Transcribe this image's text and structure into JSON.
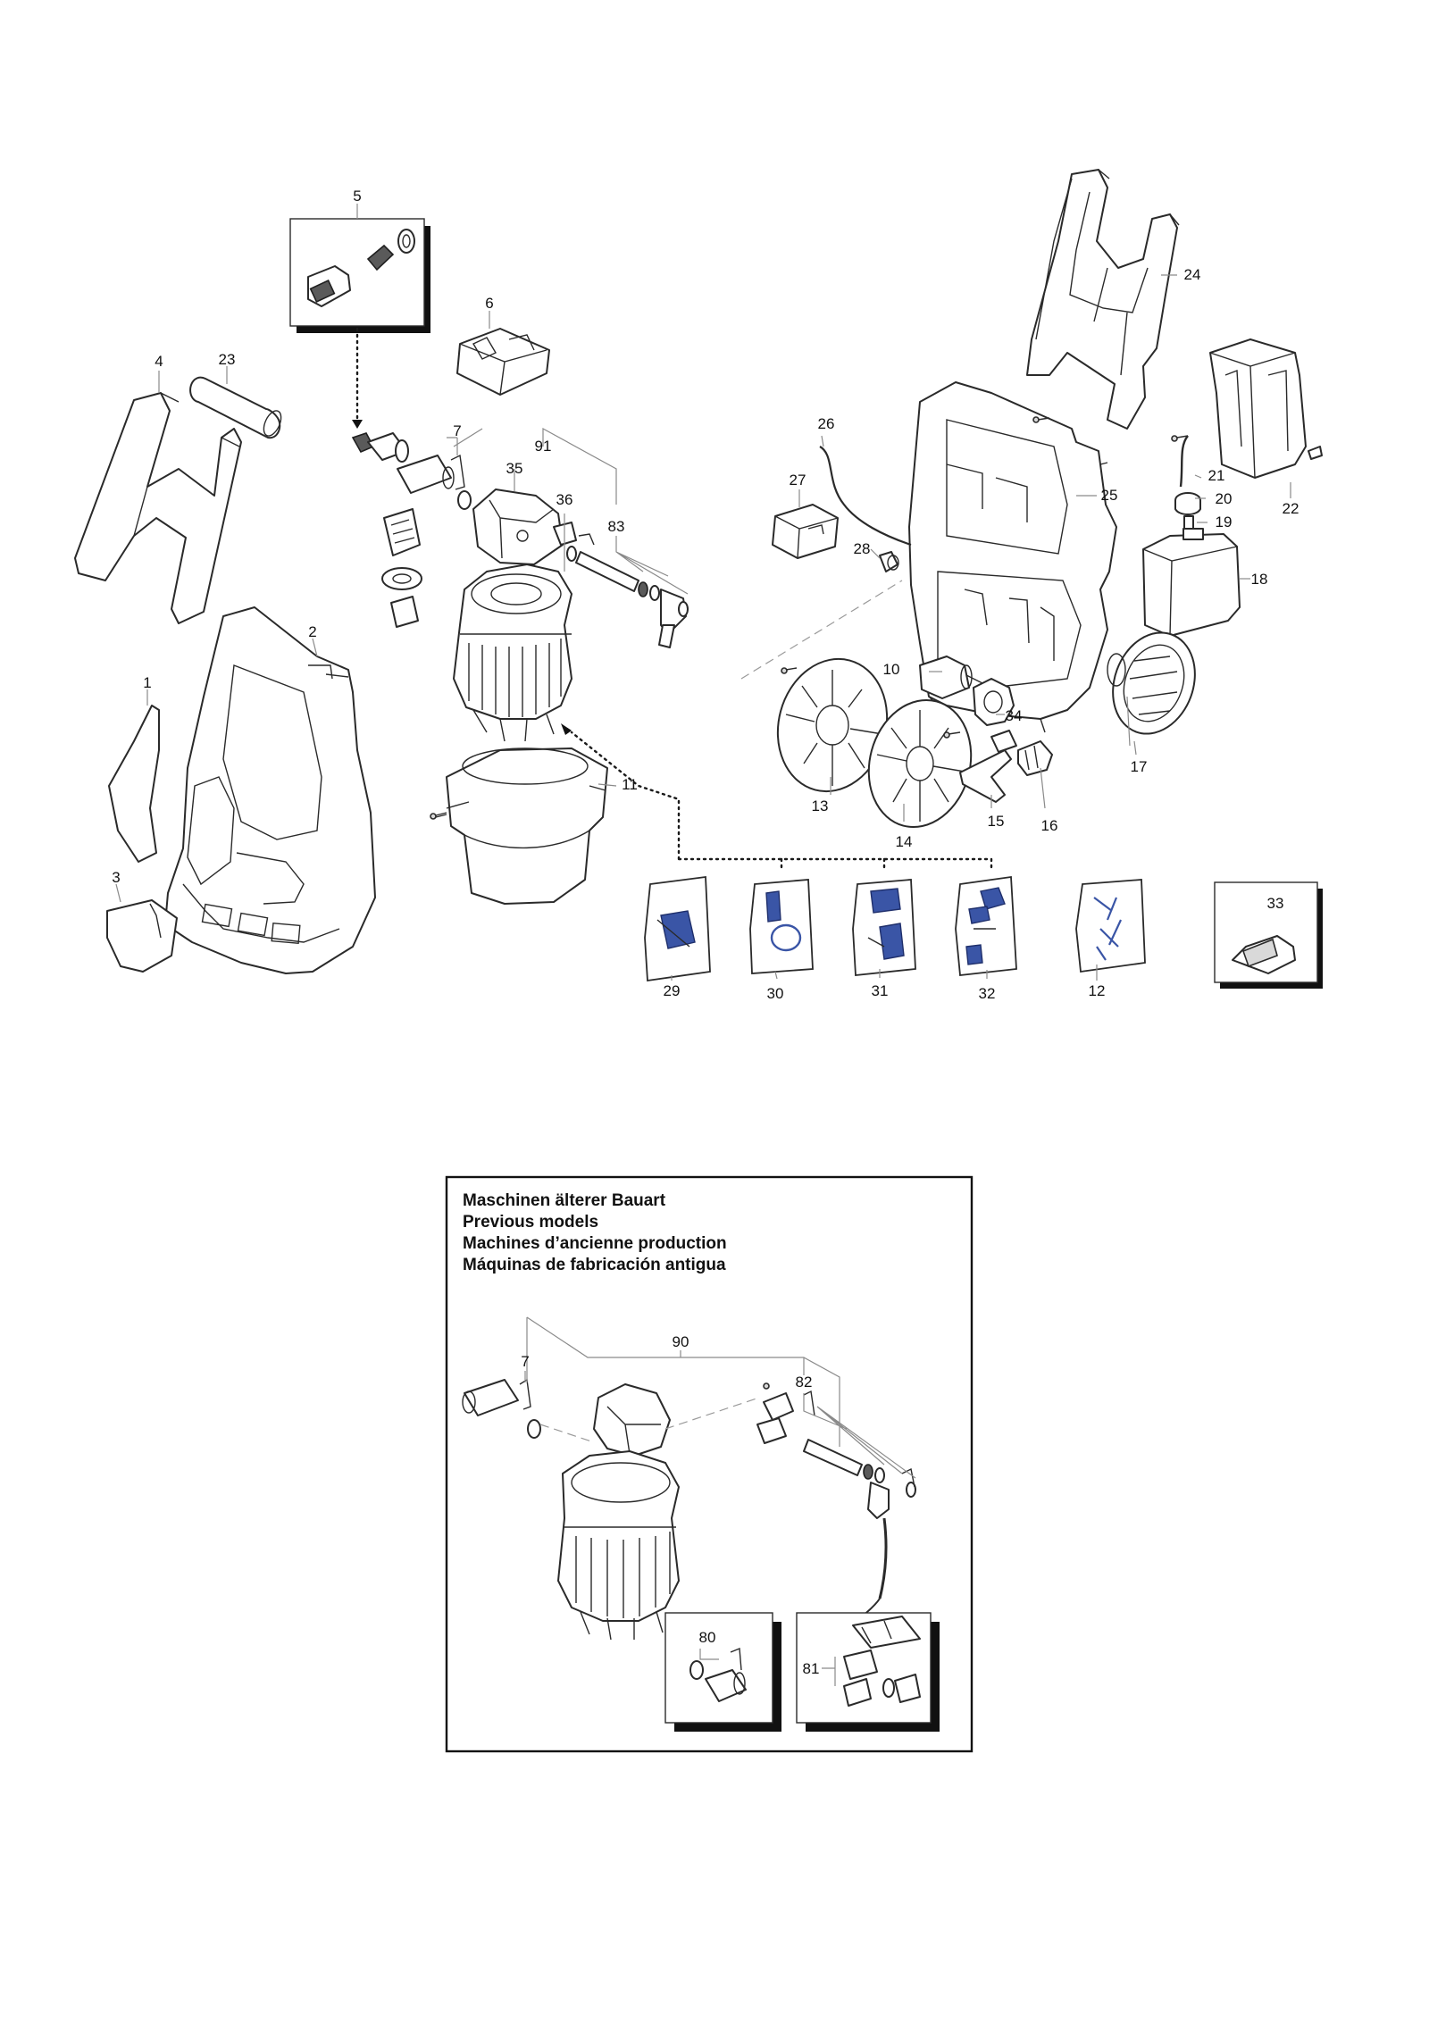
{
  "legacy_box": {
    "title_lines": [
      "Maschinen älterer Bauart",
      "Previous models",
      "Machines d’ancienne production",
      "Máquinas de fabricación antigua"
    ]
  },
  "callouts": {
    "c1": "1",
    "c2": "2",
    "c3": "3",
    "c4": "4",
    "c5": "5",
    "c6": "6",
    "c7": "7",
    "c10": "10",
    "c11": "11",
    "c12": "12",
    "c13": "13",
    "c14": "14",
    "c15": "15",
    "c16": "16",
    "c17": "17",
    "c18": "18",
    "c19": "19",
    "c20": "20",
    "c21": "21",
    "c22": "22",
    "c23": "23",
    "c24": "24",
    "c25": "25",
    "c26": "26",
    "c27": "27",
    "c28": "28",
    "c29": "29",
    "c30": "30",
    "c31": "31",
    "c32": "32",
    "c33": "33",
    "c34": "34",
    "c35": "35",
    "c36": "36",
    "c83": "83",
    "c91": "91",
    "c7b": "7",
    "c80": "80",
    "c81": "81",
    "c82": "82",
    "c90": "90"
  },
  "colors": {
    "line": "#2a2a2a",
    "accessory_blue": "#3a55a6",
    "leader_grey": "#8a8a8a"
  }
}
